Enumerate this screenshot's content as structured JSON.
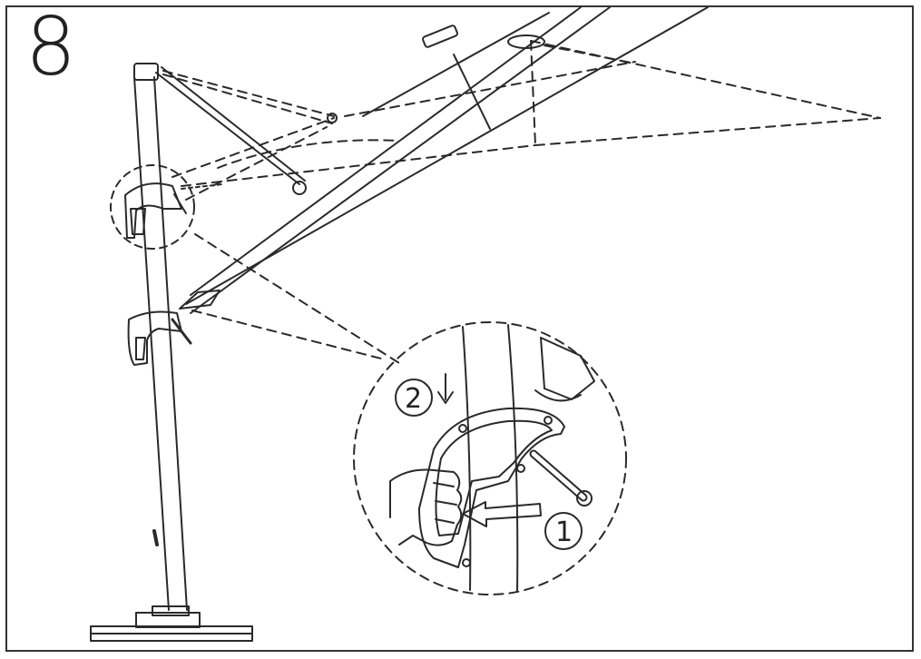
{
  "step": {
    "number": "8"
  },
  "callouts": [
    {
      "label": "1",
      "meaning": "squeeze-release-lever"
    },
    {
      "label": "2",
      "meaning": "slide-down"
    }
  ],
  "colors": {
    "line": "#2a2a2a",
    "background": "#ffffff"
  },
  "icons": [
    "umbrella-pole",
    "canopy-arm",
    "crank-handle",
    "hand",
    "arrow-down",
    "arrow-left"
  ]
}
